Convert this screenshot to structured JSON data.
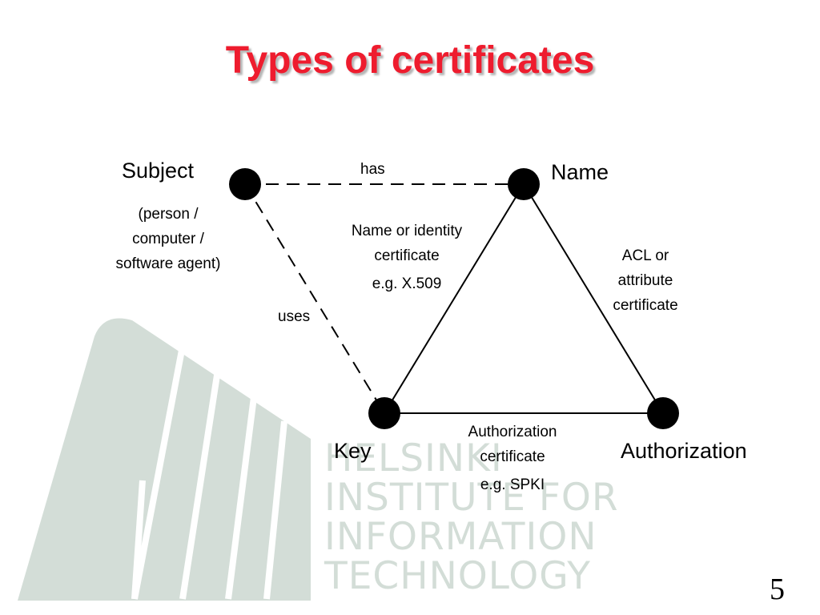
{
  "slide": {
    "title": "Types of certificates",
    "page_number": "5"
  },
  "watermark": {
    "lines": [
      "HELSINKI",
      "INSTITUTE FOR",
      "INFORMATION",
      "TECHNOLOGY"
    ],
    "color": "#d3ddd7"
  },
  "nodes": {
    "subject": {
      "label": "Subject",
      "note_lines": [
        "(person /",
        "computer /",
        "software agent)"
      ]
    },
    "name": {
      "label": "Name"
    },
    "key": {
      "label": "Key"
    },
    "authorization": {
      "label": "Authorization"
    }
  },
  "edges": {
    "subject_name": {
      "label": "has",
      "style": "dashed"
    },
    "subject_key": {
      "label": "uses",
      "style": "dashed"
    },
    "name_key": {
      "lines": [
        "Name or identity",
        "certificate"
      ],
      "example": "e.g. X.509",
      "style": "solid"
    },
    "name_authorization": {
      "lines": [
        "ACL or",
        "attribute",
        "certificate"
      ],
      "style": "solid"
    },
    "key_authorization": {
      "lines": [
        "Authorization",
        "certificate"
      ],
      "example": "e.g. SPKI",
      "style": "solid"
    }
  },
  "colors": {
    "title": "#ee1c2e",
    "logo_shape": "#d3ddd7",
    "node": "#000000"
  }
}
